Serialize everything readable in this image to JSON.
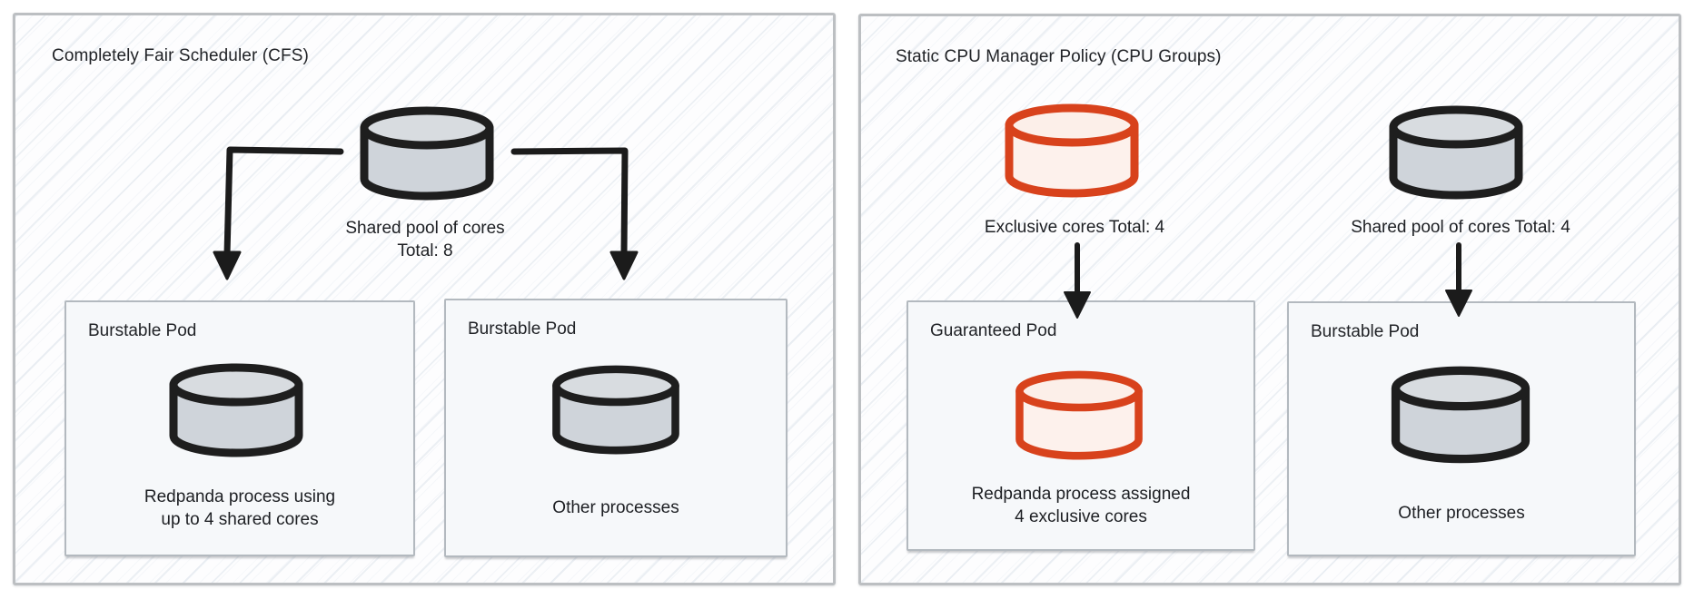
{
  "colors": {
    "cylinder_gray_fill": "#cfd4da",
    "cylinder_gray_top": "#d8dce0",
    "cylinder_stroke_black": "#1e1e1e",
    "cylinder_red_stroke": "#d8421c",
    "cylinder_red_fill": "#fdf1ec",
    "cylinder_red_top": "#fcefe9",
    "panel_border": "#bcbfc2",
    "pod_background": "#f6f8fa",
    "arrow_black": "#1b1b1b"
  },
  "panels": [
    {
      "title": "Completely Fair Scheduler (CFS)",
      "pool": {
        "label_line1": "Shared pool of cores",
        "label_line2": "Total: 8"
      },
      "pods": [
        {
          "title": "Burstable Pod",
          "caption_line1": "Redpanda process using",
          "caption_line2": "up to 4 shared cores"
        },
        {
          "title": "Burstable Pod",
          "caption_line1": "Other processes"
        }
      ]
    },
    {
      "title": "Static CPU Manager Policy (CPU Groups)",
      "pools": [
        {
          "label": "Exclusive cores Total: 4"
        },
        {
          "label": "Shared pool of cores Total: 4"
        }
      ],
      "pods": [
        {
          "title": "Guaranteed Pod",
          "caption_line1": "Redpanda process assigned",
          "caption_line2": "4 exclusive cores"
        },
        {
          "title": "Burstable Pod",
          "caption_line1": "Other processes"
        }
      ]
    }
  ]
}
